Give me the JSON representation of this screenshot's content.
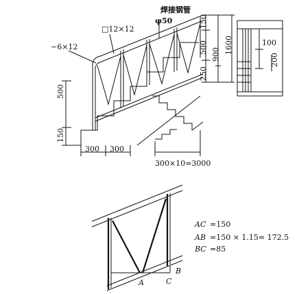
{
  "elevation": {
    "labels": {
      "pipe_title": "焊接钢管",
      "pipe_dia": "φ50",
      "square_bar": "□12×12",
      "flat_bar": "−6×12",
      "dim_150_top": "150",
      "dim_500_mid": "500",
      "dim_250": "250",
      "dim_900": "900",
      "dim_1600": "1600",
      "dim_500_left": "500",
      "dim_150_left": "150",
      "dim_300_a": "300",
      "dim_300_b": "300",
      "run_dim": "300×10=3000"
    }
  },
  "section": {
    "labels": {
      "dim_100": "100",
      "dim_200": "200"
    }
  },
  "detail": {
    "labels": {
      "point_a": "A",
      "point_b": "B",
      "point_c": "C",
      "ac_key": "AC",
      "ac_val": "=150",
      "ab_key": "AB",
      "ab_val": "=150 × 1.15= 172.5",
      "bc_key": "BC",
      "bc_val": "=85"
    }
  }
}
